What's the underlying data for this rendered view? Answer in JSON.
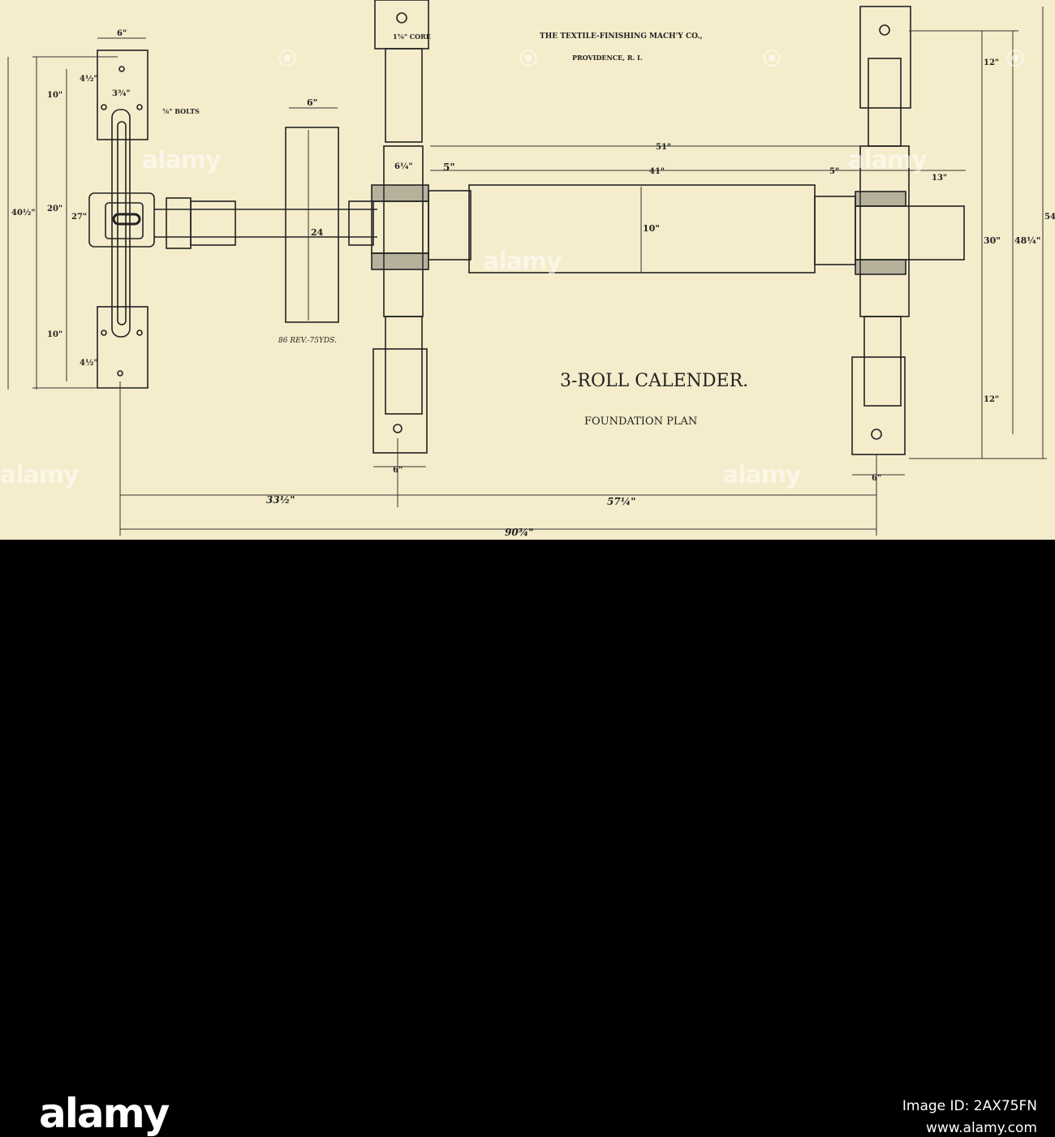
{
  "header": {
    "company": "THE TEXTILE-FINISHING MACH'Y CO.,",
    "location": "PROVIDENCE, R. I."
  },
  "title": {
    "main": "3-ROLL CALENDER.",
    "sub": "FOUNDATION PLAN"
  },
  "dimensions": {
    "w6_top_left": "6\"",
    "bolt_spacing": "3¾\"",
    "bolts": "⅝\" BOLTS",
    "dim_4half_top": "4½\"",
    "dim_10_top": "10\"",
    "dim_20": "20\"",
    "dim_27": "27\"",
    "dim_40half": "40½\"",
    "dim_10_bottom": "10\"",
    "dim_4half_bottom": "4½\"",
    "pulley_width": "6\"",
    "pulley_dia": "24",
    "pulley_speed": "86 REV.-75YDS.",
    "core": "1⅝\" CORE",
    "dim_6quarter": "6¼\"",
    "dim_5_left": "5\"",
    "dim_51": "51\"",
    "dim_41": "41\"",
    "dim_5_right": "5\"",
    "dim_13": "13\"",
    "roll_dia": "10\"",
    "dim_12_top": "12\"",
    "dim_30": "30\"",
    "dim_48quarter": "48¼\"",
    "dim_54": "54\"",
    "dim_12_bottom": "12\"",
    "w6_bottom_mid": "6\"",
    "w6_bottom_right": "6\"",
    "dim_33half": "33½\"",
    "dim_57quarter": "57¼\"",
    "dim_90three": "90¾\""
  },
  "footer": {
    "brand": "alamy",
    "image_id": "Image ID: 2AX75FN",
    "site": "www.alamy.com",
    "watermark": "alamy"
  }
}
